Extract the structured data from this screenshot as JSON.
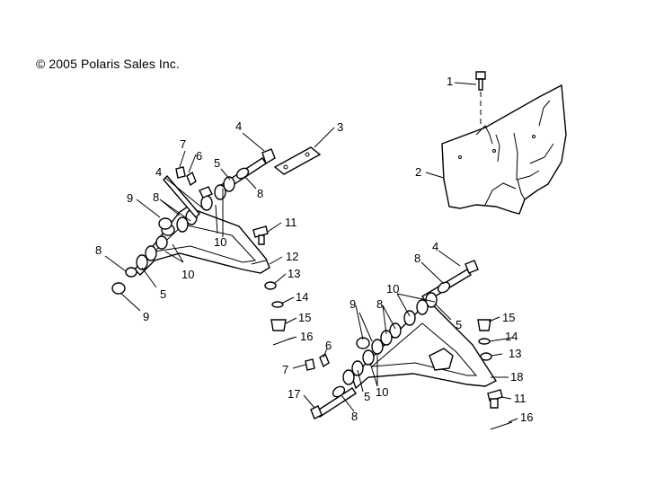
{
  "copyright": "© 2005 Polaris Sales Inc.",
  "callouts": {
    "c1": "1",
    "c2": "2",
    "c3": "3",
    "c4a": "4",
    "c5a": "5",
    "c6a": "6",
    "c7a": "7",
    "c4b": "4",
    "c8a": "8",
    "c8b": "8",
    "c9a": "9",
    "c10a": "10",
    "c11a": "11",
    "c12": "12",
    "c8c": "8",
    "c10b": "10",
    "c5b": "5",
    "c13a": "13",
    "c9b": "9",
    "c14a": "14",
    "c15a": "15",
    "c16a": "16",
    "c4c": "4",
    "c8d": "8",
    "c10c": "10",
    "c9c": "9",
    "c8e": "8",
    "c5c": "5",
    "c15b": "15",
    "c14b": "14",
    "c6b": "6",
    "c13b": "13",
    "c7b": "7",
    "c18": "18",
    "c5d": "5",
    "c10d": "10",
    "c17": "17",
    "c11b": "11",
    "c8f": "8",
    "c16b": "16"
  }
}
